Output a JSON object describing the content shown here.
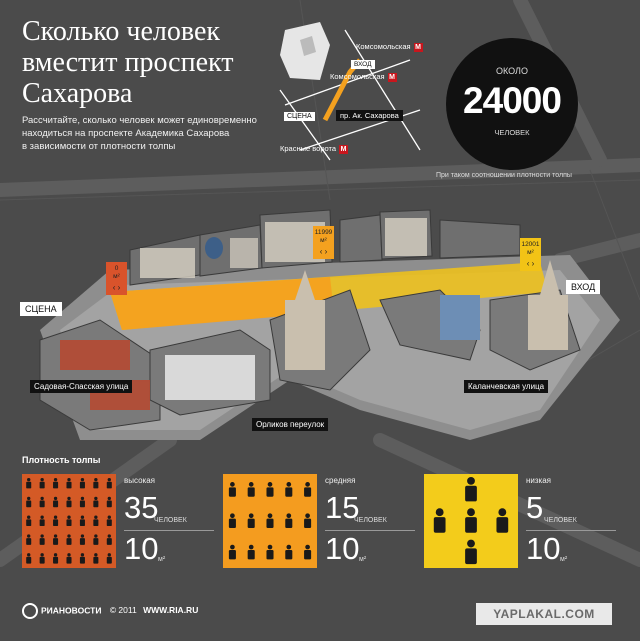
{
  "header": {
    "title_lines": [
      "Сколько человек",
      "вместит проспект",
      "Сахарова"
    ],
    "description_lines": [
      "Рассчитайте, сколько человек может единовременно",
      "находиться на проспекте Академика Сахарова",
      "в зависимости от плотности толпы"
    ]
  },
  "badge": {
    "prefix": "ОКОЛО",
    "value": "24000",
    "suffix": "ЧЕЛОВЕК",
    "note": "При таком соотношении плотности толпы"
  },
  "minimap": {
    "metro_komsomolskaya_1": "Комсомольская",
    "metro_komsomolskaya_2": "Комсомольская",
    "metro_krasnye_vorota": "Красные ворота",
    "metro_icon": "M",
    "exit": "ВХОД",
    "stage": "СЦЕНА",
    "street": "пр. Ак. Сахарова"
  },
  "map": {
    "stage": "СЦЕНА",
    "exit": "ВХОД",
    "sadovaya": "Садовая-Спасская улица",
    "orlikov": "Орликов переулок",
    "kalanchevskaya": "Каланчевская улица",
    "markers": [
      {
        "value": "0",
        "unit": "м²",
        "color": "#d9532b"
      },
      {
        "value": "11999",
        "unit": "м²",
        "color": "#f4a11f"
      },
      {
        "value": "12001",
        "unit": "м²",
        "color": "#f2c316"
      }
    ]
  },
  "density": {
    "title": "Плотность толпы",
    "levels": [
      {
        "label": "высокая",
        "people": "35",
        "people_unit": "ЧЕЛОВЕК",
        "area": "10",
        "area_unit": "м²",
        "color": "#d45a26",
        "count": 35
      },
      {
        "label": "средняя",
        "people": "15",
        "people_unit": "ЧЕЛОВЕК",
        "area": "10",
        "area_unit": "м²",
        "color": "#f49c1f",
        "count": 15
      },
      {
        "label": "низкая",
        "people": "5",
        "people_unit": "ЧЕЛОВЕК",
        "area": "10",
        "area_unit": "м²",
        "color": "#f3cc1b",
        "count": 5
      }
    ]
  },
  "footer": {
    "logo": "РИАНОВОСТИ",
    "copyright": "© 2011",
    "site": "WWW.RIA.RU",
    "watermark": "YAPLAKAL.COM"
  },
  "colors": {
    "background": "#4b4b4b",
    "road": "#9b9b9b",
    "high": "#d45a26",
    "medium": "#f49c1f",
    "low": "#f3cc1b",
    "metro": "#c8161d"
  }
}
